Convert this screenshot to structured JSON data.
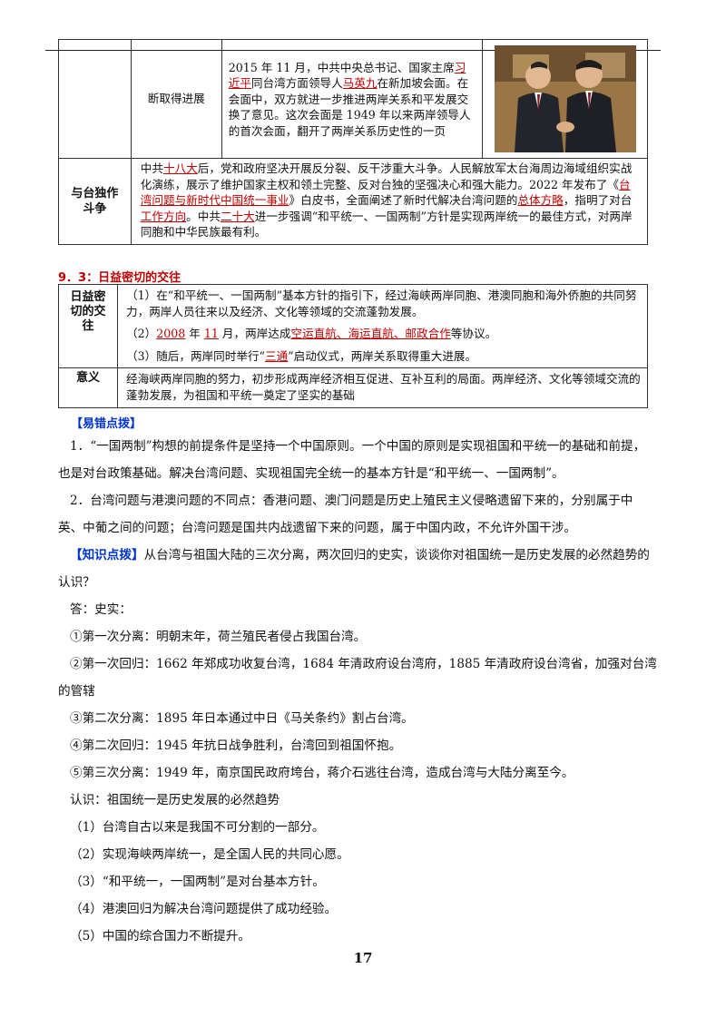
{
  "table1": {
    "row1": {
      "label": "断取得进展",
      "text": [
        {
          "t": "2015 年 11 月，中共中央总书记、国家主席"
        },
        {
          "t": "习近平",
          "u": true
        },
        {
          "t": "同台湾方面领导人"
        },
        {
          "t": "马英九",
          "u": true
        },
        {
          "t": "在新加坡会面。在会面中，双方就进一步推进两岸关系和平发展交换了意见。这次会面是 1949 年以来两岸领导人的首次会面，翻开了两岸关系历史性的一页"
        }
      ]
    },
    "row2": {
      "label": "与台独作斗争",
      "text": [
        {
          "t": "中共"
        },
        {
          "t": "十八大",
          "u": true
        },
        {
          "t": "后，党和政府坚决开展反分裂、反干涉重大斗争。人民解放军太台海周边海域组织实战化演练，展示了维护国家主权和领土完整、反对台独的坚强决心和强大能力。2022 年发布了《"
        },
        {
          "t": "台湾问题与新时代中国统一事业",
          "u": true
        },
        {
          "t": "》白皮书，全面阐述了新时代解决台湾问题的"
        },
        {
          "t": "总体方略",
          "u": true
        },
        {
          "t": "，指明了对台"
        },
        {
          "t": "工作方向",
          "u": true
        },
        {
          "t": "。中共"
        },
        {
          "t": "二十大",
          "u": true
        },
        {
          "t": "进一步强调“和平统一、一国两制”方针是实现两岸统一的最佳方式，对两岸同胞和中华民族最有利。"
        }
      ]
    }
  },
  "section": {
    "title": "9．3：日益密切的交往"
  },
  "table2": {
    "row1_label": "日益密切的交往",
    "items": [
      [
        {
          "t": "（1）在“和平统一、一国两制”基本方针的指引下，经过海峡两岸同胞、港澳同胞和海外侨胞的共同努力，两岸人员往来以及经济、文化等领域的交流蓬勃发展。"
        }
      ],
      [
        {
          "t": "（2）"
        },
        {
          "t": "2008",
          "u": true
        },
        {
          "t": " 年 "
        },
        {
          "t": "11",
          "u": true
        },
        {
          "t": " 月，两岸达成"
        },
        {
          "t": "空运直航、海运直航、邮政合作",
          "u": true
        },
        {
          "t": "等协议。"
        }
      ],
      [
        {
          "t": "（3）随后，两岸同时举行“"
        },
        {
          "t": "三通",
          "u": true
        },
        {
          "t": "”启动仪式，两岸关系取得重大进展。"
        }
      ]
    ],
    "row2_label": "意义",
    "row2_text": "经海峡两岸同胞的努力，初步形成两岸经济相互促进、互补互利的局面。两岸经济、文化等领域交流的蓬勃发展，为祖国和平统一奠定了坚实的基础"
  },
  "tip": {
    "title": "【易错点拨】"
  },
  "points": [
    "1．“一国两制”构想的前提条件是坚持一个中国原则。一个中国的原则是实现祖国和平统一的基础和前提，也是对台政策基础。解决台湾问题、实现祖国完全统一的基本方针是“和平统一、一国两制”。",
    "2．台湾问题与港澳问题的不同点：香港问题、澳门问题是历史上殖民主义侵略遗留下来的，分别属于中英、中葡之间的问题；台湾问题是国共内战遗留下来的问题，属于中国内政，不允许外国干涉。"
  ],
  "knowledge": {
    "label": "【知识点拨】",
    "question": "从台湾与祖国大陆的三次分离，两次回归的史实，谈谈你对祖国统一是历史发展的必然趋势的认识？"
  },
  "answer": {
    "head": "答：史实：",
    "facts": [
      "①第一次分离：明朝末年，荷兰殖民者侵占我国台湾。",
      "②第一次回归：1662 年郑成功收复台湾，1684 年清政府设台湾府，1885 年清政府设台湾省，加强对台湾的管辖",
      "③第二次分离：1895 年日本通过中日《马关条约》割占台湾。",
      "④第二次回归：1945 年抗日战争胜利，台湾回到祖国怀抱。",
      "⑤第三次分离：1949 年，南京国民政府垮台，蒋介石逃往台湾，造成台湾与大陆分离至今。"
    ],
    "insight_head": "认识：祖国统一是历史发展的必然趋势",
    "insights": [
      "（1）台湾自古以来是我国不可分割的一部分。",
      "（2）实现海峡两岸统一，是全国人民的共同心愿。",
      "（3）“和平统一，一国两制”是对台基本方针。",
      "（4）港澳回归为解决台湾问题提供了成功经验。",
      "（5）中国的综合国力不断提升。"
    ]
  },
  "page_number": "17"
}
